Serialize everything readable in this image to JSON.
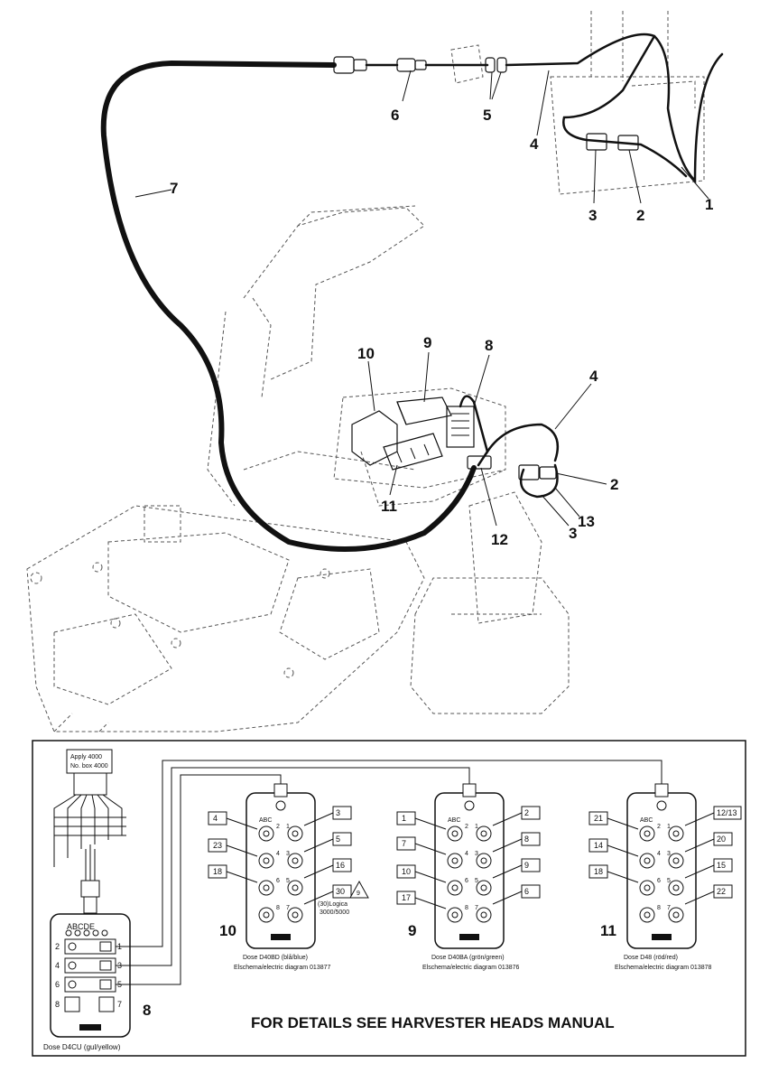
{
  "callouts": {
    "c1": "1",
    "c2a": "2",
    "c3a": "3",
    "c4a": "4",
    "c5": "5",
    "c6": "6",
    "c7": "7",
    "c8": "8",
    "c9": "9",
    "c10": "10",
    "c4b": "4",
    "c2b": "2",
    "c13": "13",
    "c3b": "3",
    "c12": "12",
    "c11": "11"
  },
  "panel": {
    "footer": "FOR DETAILS SEE HARVESTER HEADS MANUAL",
    "tag": {
      "line1": "Apply 4000",
      "line2": "No. box 4000"
    },
    "box8": {
      "number": "8",
      "letters": "ABCDE",
      "pins": [
        "2",
        "1",
        "4",
        "3",
        "6",
        "5",
        "8",
        "7"
      ],
      "caption": "Dose D4CU (gul/yellow)"
    },
    "box10": {
      "number": "10",
      "letters": "ABC",
      "left_tags": [
        "4",
        "23",
        "18"
      ],
      "right_tags": [
        "3",
        "5",
        "16",
        "30"
      ],
      "note_line1": "(30)Logica",
      "note_line2": "3000/5000",
      "warning_num": "9",
      "pins": [
        "2",
        "1",
        "4",
        "3",
        "6",
        "5",
        "8",
        "7"
      ],
      "caption_line1": "Dose D40BD (blå/blue)",
      "caption_line2": "Elschema/electric diagram 013877"
    },
    "box9": {
      "number": "9",
      "letters": "ABC",
      "left_tags": [
        "1",
        "7",
        "10",
        "17"
      ],
      "right_tags": [
        "2",
        "8",
        "9",
        "6"
      ],
      "pins": [
        "2",
        "1",
        "4",
        "3",
        "6",
        "5",
        "8",
        "7"
      ],
      "caption_line1": "Dose D40BA (grön/green)",
      "caption_line2": "Elschema/electric diagram 013876"
    },
    "box11": {
      "number": "11",
      "letters": "ABC",
      "left_tags": [
        "21",
        "14",
        "18"
      ],
      "right_tags": [
        "12/13",
        "20",
        "15",
        "22"
      ],
      "pins": [
        "2",
        "1",
        "4",
        "3",
        "6",
        "5",
        "8",
        "7"
      ],
      "caption_line1": "Dose D48 (röd/red)",
      "caption_line2": "Elschema/electric diagram 013878"
    }
  },
  "colors": {
    "ink": "#111111",
    "dash": "#555555",
    "paper": "#ffffff"
  }
}
